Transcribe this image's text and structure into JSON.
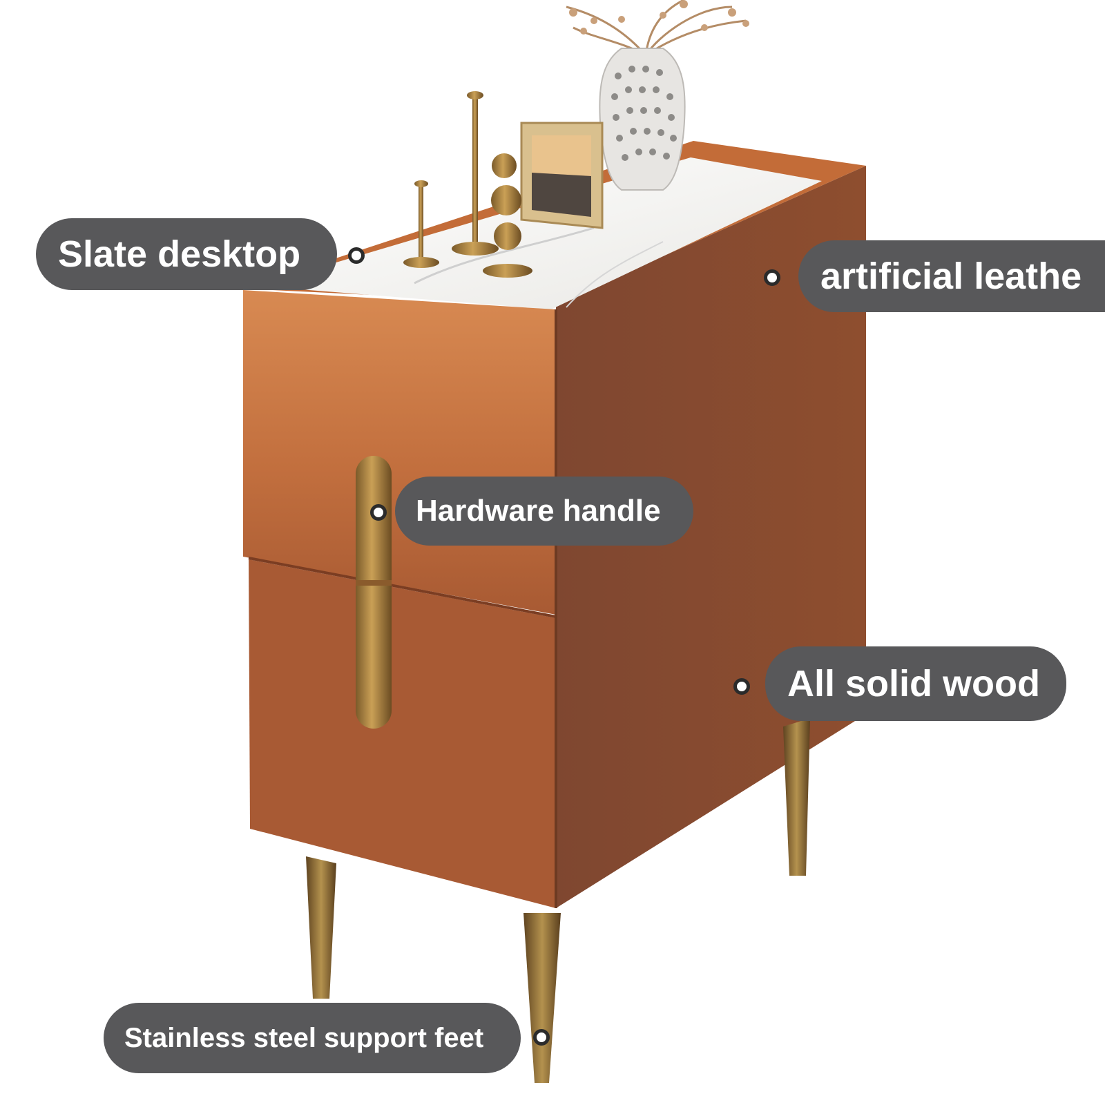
{
  "image": {
    "subject": "bedside-cabinet",
    "colors": {
      "background": "#ffffff",
      "cabinet_front": "#c9743f",
      "cabinet_side": "#8f4f30",
      "slate_top": "#f2f1ee",
      "gold_hardware": "#b8923f",
      "callout_bg": "#58585a",
      "callout_text": "#ffffff"
    }
  },
  "callouts": {
    "slate": "Slate desktop",
    "leather": "artificial leathe",
    "handle": "Hardware handle",
    "wood": "All solid wood",
    "feet": "Stainless steel support feet"
  },
  "icons": {
    "callout_marker": "ring-dot-icon"
  }
}
